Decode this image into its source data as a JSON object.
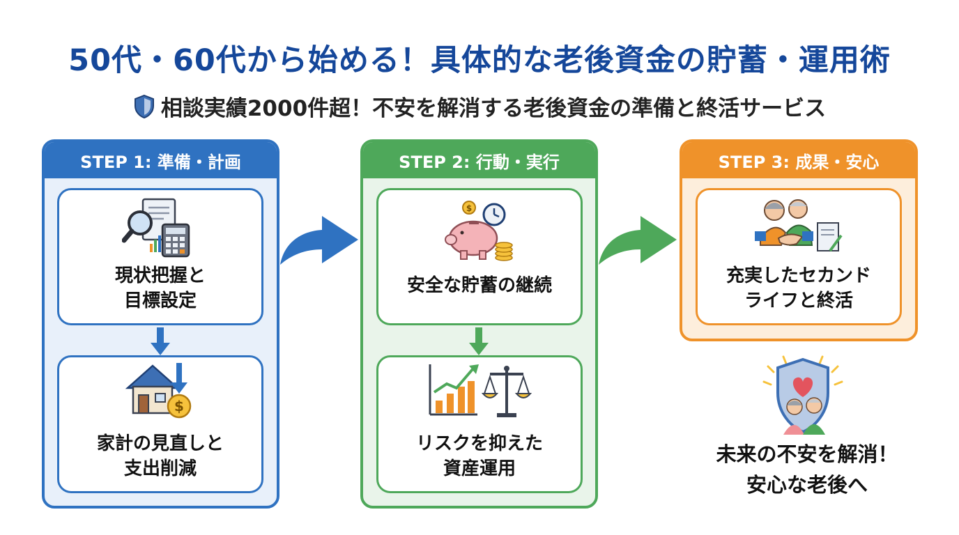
{
  "title": "50代・60代から始める！具体的な老後資金の貯蓄・運用術",
  "subtitle": "相談実績2000件超！不安を解消する老後資金の準備と終活サービス",
  "colors": {
    "blue": "#2f72c1",
    "green": "#4ea85a",
    "orange": "#ef922a",
    "title": "#15479a"
  },
  "steps": [
    {
      "header": "STEP 1: 準備・計画",
      "cards": [
        {
          "label": "現状把握と\n目標設定",
          "icon": "magnifier-document-calculator-icon"
        },
        {
          "label": "家計の見直しと\n支出削減",
          "icon": "house-coin-down-arrow-icon"
        }
      ]
    },
    {
      "header": "STEP 2: 行動・実行",
      "cards": [
        {
          "label": "安全な貯蓄の継続",
          "icon": "piggy-bank-clock-icon"
        },
        {
          "label": "リスクを抑えた\n資産運用",
          "icon": "growth-chart-scale-icon"
        }
      ]
    },
    {
      "header": "STEP 3: 成果・安心",
      "cards": [
        {
          "label": "充実したセカンド\nライフと終活",
          "icon": "seniors-handshake-contract-icon"
        }
      ]
    }
  ],
  "result": {
    "text": "未来の不安を解消！\n安心な老後へ",
    "icon": "shield-heart-seniors-icon"
  }
}
